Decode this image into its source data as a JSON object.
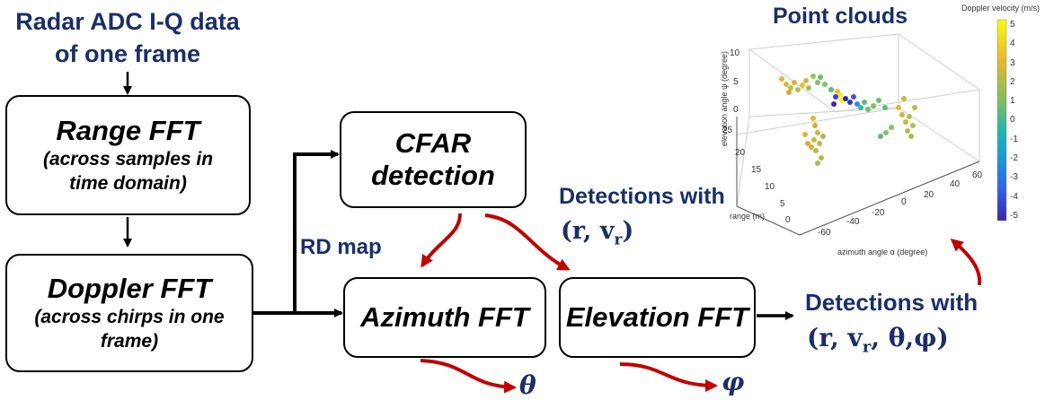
{
  "input": {
    "line1": "Radar ADC I-Q data",
    "line2": "of one frame"
  },
  "range_fft": {
    "title": "Range FFT",
    "sub1": "(across samples in",
    "sub2": "time domain)"
  },
  "doppler_fft": {
    "title": "Doppler FFT",
    "sub1": "(across chirps in one",
    "sub2": "frame)"
  },
  "cfar": {
    "line1": "CFAR",
    "line2": "detection"
  },
  "azimuth_fft": {
    "title": "Azimuth FFT"
  },
  "elevation_fft": {
    "title": "Elevation FFT"
  },
  "labels": {
    "rd_map": "RD map",
    "det_rv_title": "Detections with",
    "det_rv_math": "(r, v",
    "det_rv_sub": "r",
    "det_rv_close": ")",
    "det_full_title": "Detections with",
    "det_full_math": "(r, v",
    "det_full_sub": "r",
    "det_full_rest": ", θ,φ)",
    "theta": "θ",
    "phi": "φ"
  },
  "point_cloud": {
    "title": "Point clouds",
    "colorbar_label": "Doppler velocity (m/s)",
    "colorbar_ticks": [
      "5",
      "4",
      "3",
      "2",
      "1",
      "0",
      "-1",
      "-2",
      "-3",
      "-4",
      "-5"
    ],
    "z_label": "elevation angle ψ (degree)",
    "z_ticks": [
      "10",
      "5",
      "0"
    ],
    "range_label": "range (m)",
    "range_ticks": [
      "25",
      "20",
      "15",
      "10",
      "5",
      "0"
    ],
    "azimuth_label": "azimuth angle α (degree)",
    "azimuth_ticks": [
      "-60",
      "-40",
      "-20",
      "0",
      "20",
      "40",
      "60"
    ]
  },
  "colors": {
    "navy": "#1b2f66",
    "red_arrow": "#c00000",
    "black": "#000000"
  }
}
